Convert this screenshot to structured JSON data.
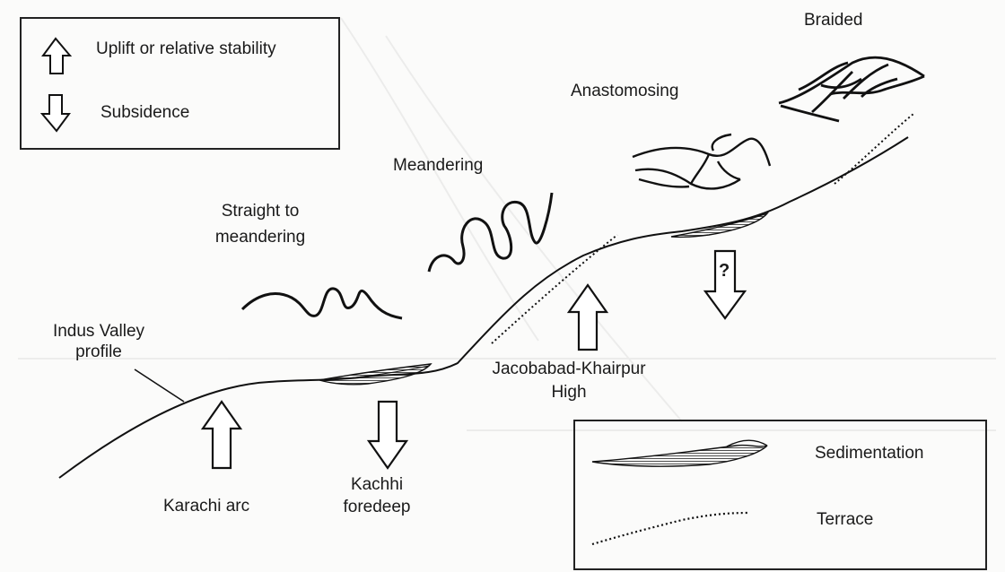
{
  "legend_top": {
    "uplift_label": "Uplift or relative stability",
    "subsidence_label": "Subsidence"
  },
  "legend_bottom": {
    "sedimentation_label": "Sedimentation",
    "terrace_label": "Terrace"
  },
  "channel_patterns": {
    "braided": "Braided",
    "anastomosing": "Anastomosing",
    "meandering": "Meandering",
    "straight_to_meandering": "Straight to\nmeandering"
  },
  "profile_label": "Indus Valley\nprofile",
  "structures": {
    "karachi_arc": "Karachi arc",
    "kachhi_foredeep": "Kachhi\nforedeep",
    "jacobabad_high": "Jacobabad-Khairpur\nHigh",
    "uncertain_mark": "?"
  }
}
